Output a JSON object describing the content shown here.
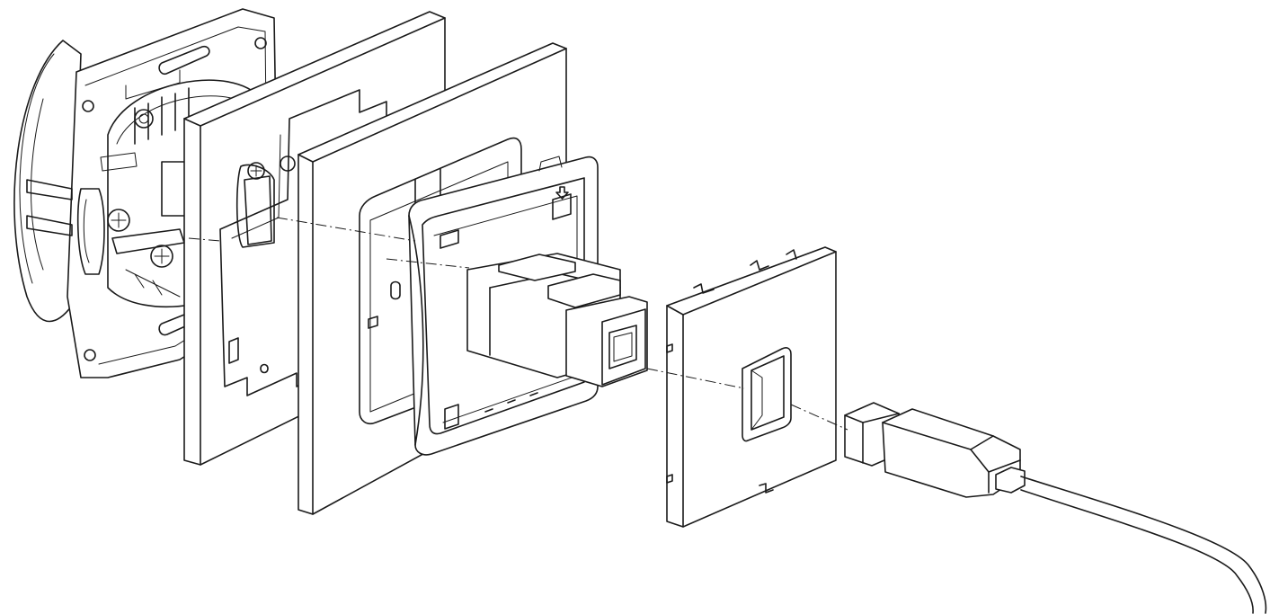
{
  "diagram": {
    "type": "exploded-assembly-line-drawing",
    "parts": [
      {
        "id": "mounting-box",
        "icon": "mounting-box-icon"
      },
      {
        "id": "support-frame",
        "icon": "support-frame-icon"
      },
      {
        "id": "outer-cover-frame",
        "icon": "cover-frame-icon"
      },
      {
        "id": "inner-frame",
        "icon": "inner-frame-icon"
      },
      {
        "id": "usb-coupler",
        "icon": "usb-coupler-icon"
      },
      {
        "id": "central-plate",
        "icon": "central-plate-icon"
      },
      {
        "id": "usb-cable",
        "icon": "usb-plug-icon"
      }
    ],
    "colors": {
      "line": "#1a1a1a",
      "background": "#ffffff"
    }
  }
}
